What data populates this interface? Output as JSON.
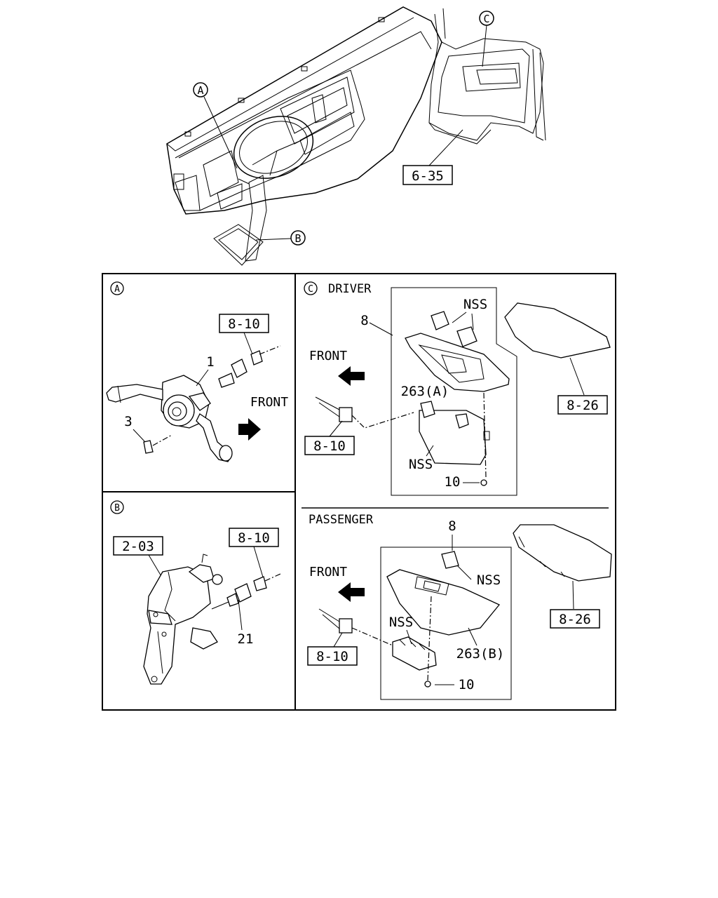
{
  "overview": {
    "callouts": {
      "a": "A",
      "b": "B",
      "c": "C"
    },
    "ref_door_trim": "6-35"
  },
  "panel_a": {
    "marker": "A",
    "ref_connector": "8-10",
    "part_switch": "1",
    "part_screw": "3",
    "front_label": "FRONT"
  },
  "panel_b": {
    "marker": "B",
    "ref_column": "2-03",
    "ref_connector": "8-10",
    "part_switch": "21"
  },
  "panel_c_driver": {
    "marker": "C",
    "heading": "DRIVER",
    "front_label": "FRONT",
    "part_bezel_num": "8",
    "nss_top": "NSS",
    "part_bezel": "263(A)",
    "nss_bottom": "NSS",
    "ref_connector": "8-10",
    "part_screw": "10",
    "ref_trim": "8-26"
  },
  "panel_c_passenger": {
    "heading": "PASSENGER",
    "front_label": "FRONT",
    "part_bezel_num": "8",
    "nss_right": "NSS",
    "nss_left": "NSS",
    "part_bezel": "263(B)",
    "ref_connector": "8-10",
    "part_screw": "10",
    "ref_trim": "8-26"
  }
}
